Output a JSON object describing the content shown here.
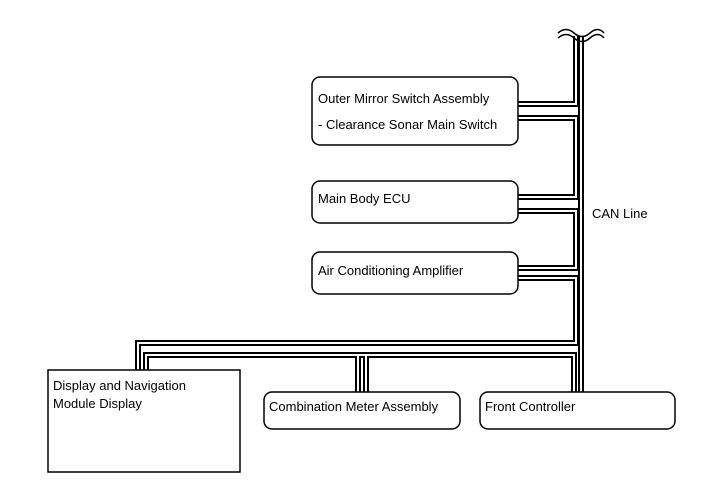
{
  "bus": {
    "label": "CAN Line"
  },
  "nodes": {
    "outer_mirror": {
      "line1": "Outer Mirror Switch Assembly",
      "line2": "- Clearance Sonar Main Switch"
    },
    "main_body_ecu": {
      "label": "Main Body ECU"
    },
    "air_conditioning": {
      "label": "Air Conditioning Amplifier"
    },
    "display_navigation": {
      "line1": "Display and Navigation",
      "line2": "Module Display"
    },
    "combination_meter": {
      "label": "Combination Meter Assembly"
    },
    "front_controller": {
      "label": "Front Controller"
    }
  }
}
